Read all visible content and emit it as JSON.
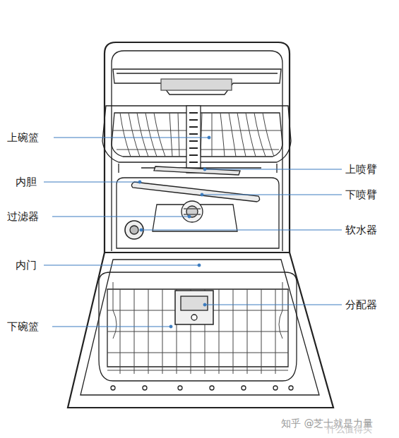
{
  "diagram": {
    "labels": [
      "上碗篮",
      "内胆",
      "过滤器",
      "内门",
      "下碗篮",
      "上喷臂",
      "下喷臂",
      "软水器",
      "分配器",
      "知乎 @芝士就是力量",
      "什么值得买"
    ]
  }
}
